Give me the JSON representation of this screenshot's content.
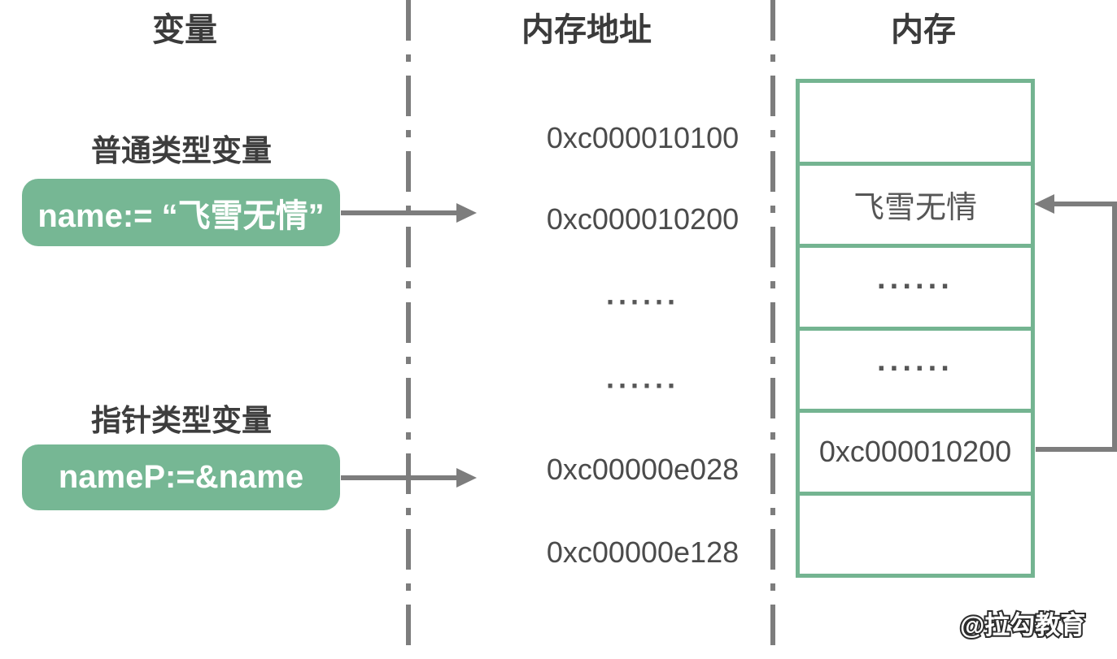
{
  "headers": {
    "col1": "变量",
    "col2": "内存地址",
    "col3": "内存"
  },
  "variables": {
    "normal_label": "普通类型变量",
    "normal_value": "name:= “飞雪无情”",
    "pointer_label": "指针类型变量",
    "pointer_value": "nameP:=&name"
  },
  "addresses": [
    "0xc000010100",
    "0xc000010200",
    "······",
    "······",
    "0xc00000e028",
    "0xc00000e128"
  ],
  "memory_cells": [
    "",
    "飞雪无情",
    "······",
    "······",
    "0xc000010200",
    ""
  ],
  "watermark": "@拉勾教育",
  "colors": {
    "green": "#76b794",
    "table_border_green": "#74b491",
    "arrow_gray": "#7d7d7d",
    "header_text": "#3b3b3b",
    "address_text": "#4b4b4b"
  }
}
